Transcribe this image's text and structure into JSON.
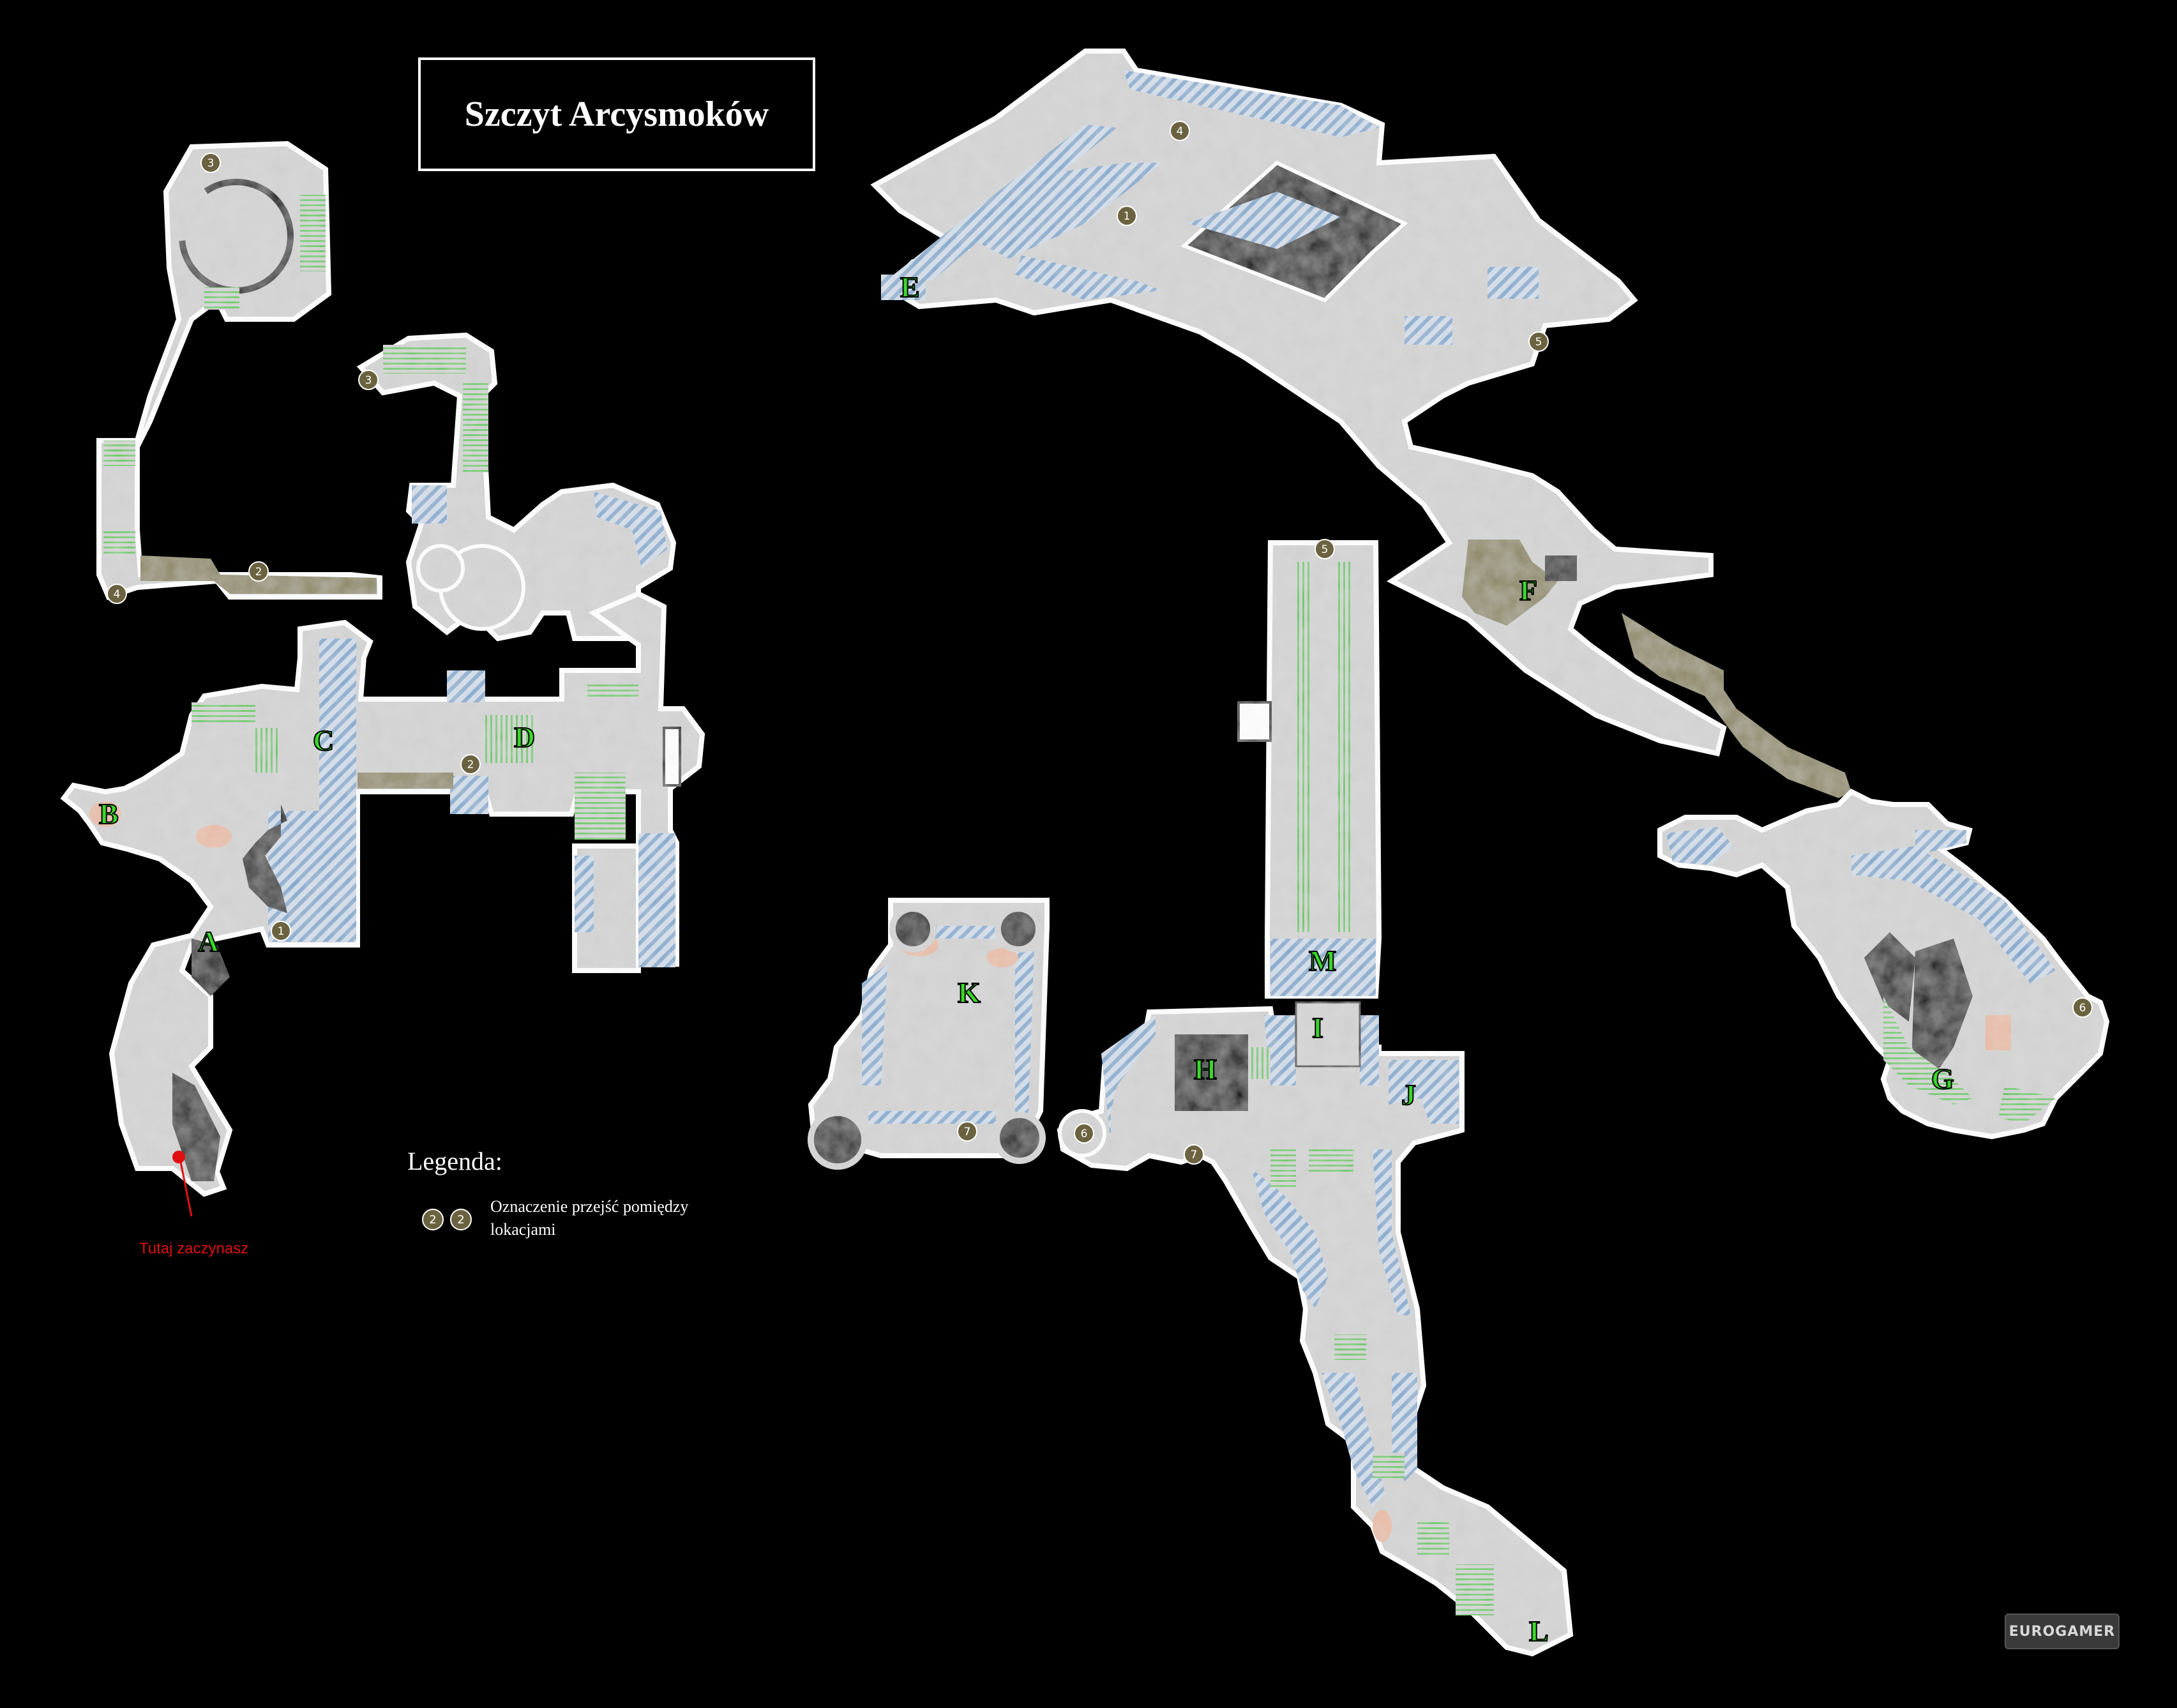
{
  "title": "Szczyt Arcysmoków",
  "legend": {
    "heading": "Legenda:",
    "marker_example": "2",
    "description": "Oznaczenie przejść pomiędzy lokacjami"
  },
  "start_label": "Tutaj zaczynasz",
  "branding": "EUROGAMER",
  "colors": {
    "background": "#000000",
    "floor": "#d0d0d0",
    "wall_hatch": "#7fa6cc",
    "passage": "#8a8460",
    "stairs": "#5fc95a",
    "area_letter": "#3ad82a",
    "start_marker": "#e01010"
  },
  "areas": [
    "A",
    "B",
    "C",
    "D",
    "E",
    "F",
    "G",
    "H",
    "I",
    "J",
    "K",
    "L",
    "M"
  ],
  "transition_markers": [
    "1",
    "2",
    "3",
    "4",
    "5",
    "6",
    "7"
  ]
}
